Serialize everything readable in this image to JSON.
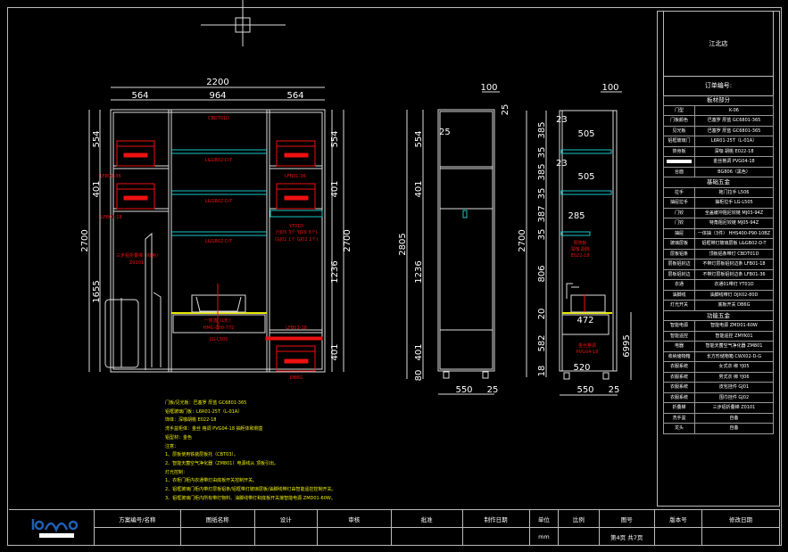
{
  "drawing": {
    "front": {
      "total_width": "2200",
      "widths": [
        "564",
        "964",
        "564"
      ],
      "left_heights": [
        "2700",
        "554",
        "401",
        "1655"
      ],
      "right_heights": [
        "554",
        "401",
        "1236",
        "401",
        "2700"
      ],
      "labels": {
        "top_light": "CBDT01D",
        "glass_shelf": "L&GB02-D-T",
        "left_edge1": "LFB01-36",
        "left_edge2": "LFB01-18",
        "right_edge1": "LFB01-36",
        "rod": "YT01D",
        "rod_acc1": "(YJ05 3个  YJ06 3个)",
        "rod_acc2": "(GJ01 1个  GJ02 1个)",
        "ladder": "三步铝折叠梯（红色）",
        "ladder_code": "Z0101",
        "faucet": "一体落（L形）",
        "faucet_code": "HMG-000-772",
        "handle": "LG-L505",
        "right_edge2": "LFB01-18",
        "switch": "DB6G"
      }
    },
    "side1": {
      "top": "100",
      "t25": "25",
      "inner25": "25",
      "total": "2805",
      "heights": [
        "554",
        "401",
        "1236",
        "401",
        "80"
      ],
      "depth": "550",
      "d25": "25"
    },
    "side2": {
      "top": "100",
      "total": "2700",
      "heights": [
        "385",
        "35",
        "385",
        "35",
        "387",
        "35",
        "806",
        "20",
        "582",
        "18"
      ],
      "t23a": "23",
      "t23b": "23",
      "w505a": "505",
      "w505b": "505",
      "w285": "285",
      "sink_w": "472",
      "base_w": "520",
      "h6995": "6995",
      "depth": "550",
      "d25": "25",
      "label_panel1": "厚饰板",
      "label_panel2": "深咖 胡桃",
      "label_panel3": "E022-18",
      "label_gold1": "金丝格调",
      "label_gold2": "PVG04-18"
    }
  },
  "notes": [
    "门板/见光板：巴塞罗 厚蓝 GC6801-365",
    "铝框玻璃门板：L6R01-25T（L-01A）",
    "饰体：深咖胡桃 E022-18",
    "洗手盆柜体：金丝 格调 PVG04-18   抽柜体和侧盒",
    "铝型材：金色",
    "注意：",
    "1、层板使用铁装层板托（CBT03）。",
    "2、智能天菌空气净化器（ZM801）电源线从 顶板引出。",
    "灯光控制：",
    "1、衣柜门柜内衣通带灯由底板开关控制开关。",
    "2、铝框玻璃门柜内带灯层板铝条/铝框带灯玻璃层板/油脚线带灯由智能遥控控制开关。",
    "3、铝框玻璃门柜内所有带灯物料、油脚线带灯和底板开关接智能电源 ZMD01-60W。"
  ],
  "panel": {
    "store": "江北店",
    "order_no": "订单编号:",
    "rows": [
      {
        "sec": "板材部分"
      },
      {
        "k": "门型",
        "v": "K-06"
      },
      {
        "k": "门板颜色",
        "v": "巴塞罗 厚蓝 GC6801-365"
      },
      {
        "k": "见光板",
        "v": "巴塞罗 厚蓝 GC6801-365"
      },
      {
        "k": "铝框玻璃门",
        "v": "L6R01-25T（L-01A）"
      },
      {
        "k": "饰身板",
        "v": "深咖 胡桃 E022-18"
      },
      {
        "k": "",
        "v": "金丝格调 PVG04-18",
        "blank": true
      },
      {
        "k": "台面",
        "v": "BG806（黑色）"
      },
      {
        "sec": "基础五金"
      },
      {
        "k": "拉手",
        "v": "拖门拉手 L506"
      },
      {
        "k": "抽屉拉手",
        "v": "抽柜拉手 LG-L505"
      },
      {
        "k": "门铰",
        "v": "全盖缓冲阻尼铰链 MJ03-94Z"
      },
      {
        "k": "门铰",
        "v": "特角阻尼铰链 MJ05-94Z"
      },
      {
        "k": "抽屉",
        "v": "一体抽（3件） HHS400-P90-10BZ"
      },
      {
        "k": "玻璃层板",
        "v": "铝框带灯玻璃层板 L&GB02-D-T"
      },
      {
        "k": "层板铝条",
        "v": "顶板铝条带灯 CBDT01D"
      },
      {
        "k": "层板铝封边",
        "v": "不带灯层板铝封边条 LFB01-18"
      },
      {
        "k": "层板铝封边",
        "v": "不带灯层板铝封边条 LFB01-36"
      },
      {
        "k": "衣通",
        "v": "衣通01带灯 YT01D"
      },
      {
        "k": "油脚线",
        "v": "油脚线带灯 DJX02-80D"
      },
      {
        "k": "灯光开关",
        "v": "底板开关 DB6G"
      },
      {
        "sec": "功能五金"
      },
      {
        "k": "智能电源",
        "v": "智能电源 ZMD01-60W"
      },
      {
        "k": "智能遥控",
        "v": "智能遥控 ZMYK01"
      },
      {
        "k": "电器",
        "v": "智能天菌空气净化器 ZM801"
      },
      {
        "k": "收纳储物箱",
        "v": "长方形储物箱 CWX02-D-G"
      },
      {
        "k": "衣服系统",
        "v": "女式衣 绑 YJ05"
      },
      {
        "k": "衣服系统",
        "v": "男式衣 绑 YJ06"
      },
      {
        "k": "衣服系统",
        "v": "皮包挂件 GJ01"
      },
      {
        "k": "衣服系统",
        "v": "围巾挂件 GJ02"
      },
      {
        "k": "折叠梯",
        "v": "三步铝折叠梯 Z0101"
      },
      {
        "k": "洗手盆",
        "v": "自备"
      },
      {
        "k": "龙头",
        "v": "自备"
      }
    ]
  },
  "title_block": {
    "logo": "lomo",
    "cols": [
      {
        "h": "方案编号/名称",
        "v": ""
      },
      {
        "h": "图纸名称",
        "v": ""
      },
      {
        "h": "设计",
        "v": ""
      },
      {
        "h": "审核",
        "v": ""
      },
      {
        "h": "批准",
        "v": ""
      },
      {
        "h": "制作日期",
        "v": ""
      },
      {
        "h": "单位",
        "v": "mm"
      },
      {
        "h": "比例",
        "v": ""
      },
      {
        "h": "图号",
        "v": "第4页 共7页"
      },
      {
        "h": "版本号",
        "v": ""
      },
      {
        "h": "修改日期",
        "v": ""
      }
    ]
  },
  "colors": {
    "line": "#dddddd",
    "red": "#ee1111",
    "cyan": "#19c6c6",
    "yellow": "#e8e800",
    "logo": "#1f5fb5"
  }
}
